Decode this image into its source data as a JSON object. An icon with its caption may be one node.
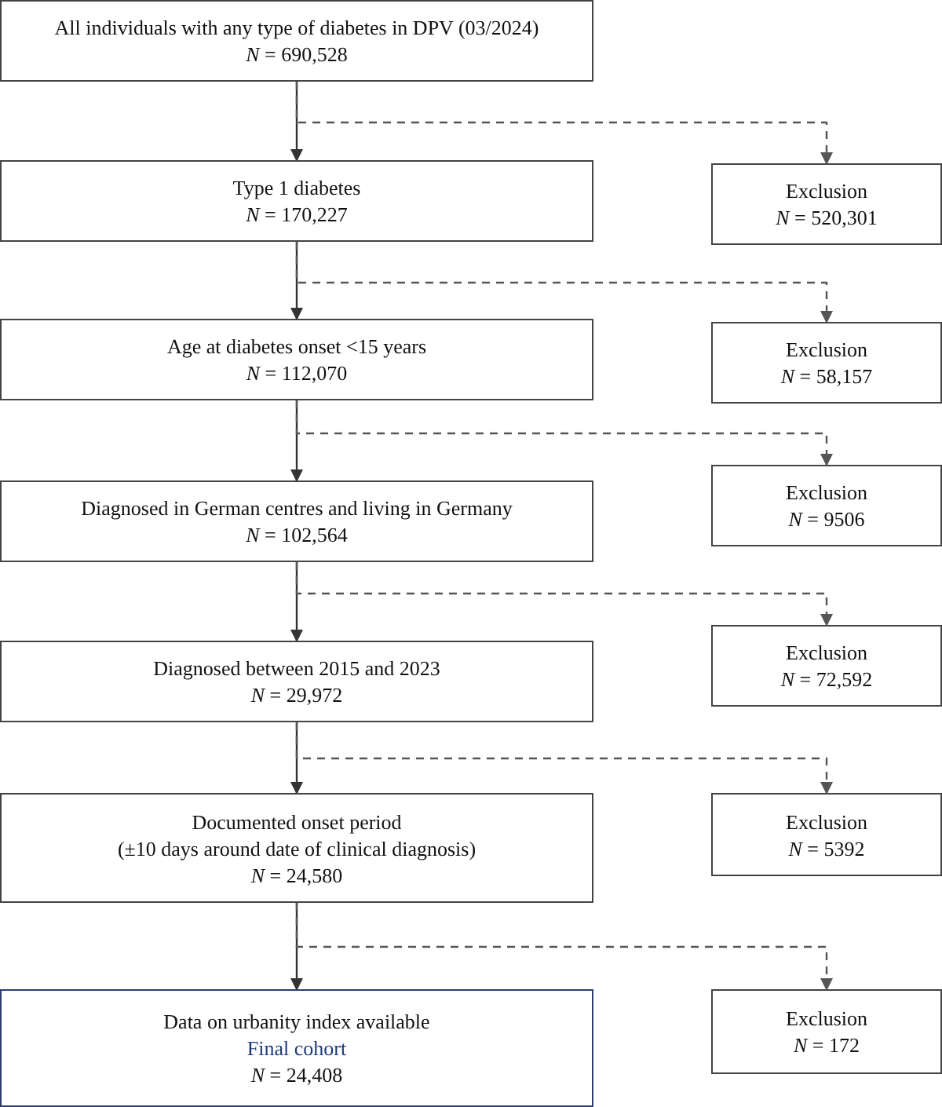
{
  "diagram": {
    "nodes": [
      {
        "text": [
          "All individuals with any type of diabetes in DPV (03/2024)",
          "*N* = 690,528"
        ]
      },
      {
        "text": [
          "Type 1 diabetes",
          "*N* = 170,227"
        ]
      },
      {
        "text": [
          "Exclusion",
          "*N* = 520,301"
        ]
      },
      {
        "text": [
          "Age at diabetes onset <15 years",
          "*N* = 112,070"
        ]
      },
      {
        "text": [
          "Exclusion",
          "*N* = 58,157"
        ]
      },
      {
        "text": [
          "Diagnosed in German centres and living in Germany",
          "*N* = 102,564"
        ]
      },
      {
        "text": [
          "Exclusion",
          "*N* = 9506"
        ]
      },
      {
        "text": [
          "Diagnosed between 2015 and 2023",
          "*N* = 29,972"
        ]
      },
      {
        "text": [
          "Exclusion",
          "*N* = 72,592"
        ]
      },
      {
        "text": [
          "Documented onset period",
          "(±10 days around date of clinical diagnosis)",
          "*N* = 24,580"
        ]
      },
      {
        "text": [
          "Exclusion",
          "*N* = 5392"
        ]
      },
      {
        "text": [
          "Data on urbanity index available",
          "Final cohort",
          "*N* = 24,408"
        ]
      },
      {
        "text": [
          "Exclusion",
          "*N* = 172"
        ]
      }
    ],
    "edges": [
      {
        "from": 0,
        "to": 1,
        "arrow": "to"
      },
      {
        "from": 0,
        "to": 2,
        "arrow": "to",
        "style": "dashed",
        "color": "#555555"
      },
      {
        "from": 1,
        "to": 3,
        "arrow": "to"
      },
      {
        "from": 1,
        "to": 4,
        "arrow": "to",
        "style": "dashed",
        "color": "#555555"
      },
      {
        "from": 3,
        "to": 5,
        "arrow": "to"
      },
      {
        "from": 3,
        "to": 6,
        "arrow": "to",
        "style": "dashed",
        "color": "#555555"
      },
      {
        "from": 5,
        "to": 7,
        "arrow": "to"
      },
      {
        "from": 5,
        "to": 8,
        "arrow": "to",
        "style": "dashed",
        "color": "#555555"
      },
      {
        "from": 7,
        "to": 9,
        "arrow": "to"
      },
      {
        "from": 7,
        "to": 10,
        "arrow": "to",
        "style": "dashed",
        "color": "#555555"
      },
      {
        "from": 9,
        "to": 11,
        "arrow": "to"
      },
      {
        "from": 9,
        "to": 12,
        "arrow": "to",
        "style": "dashed",
        "color": "#555555"
      }
    ]
  }
}
